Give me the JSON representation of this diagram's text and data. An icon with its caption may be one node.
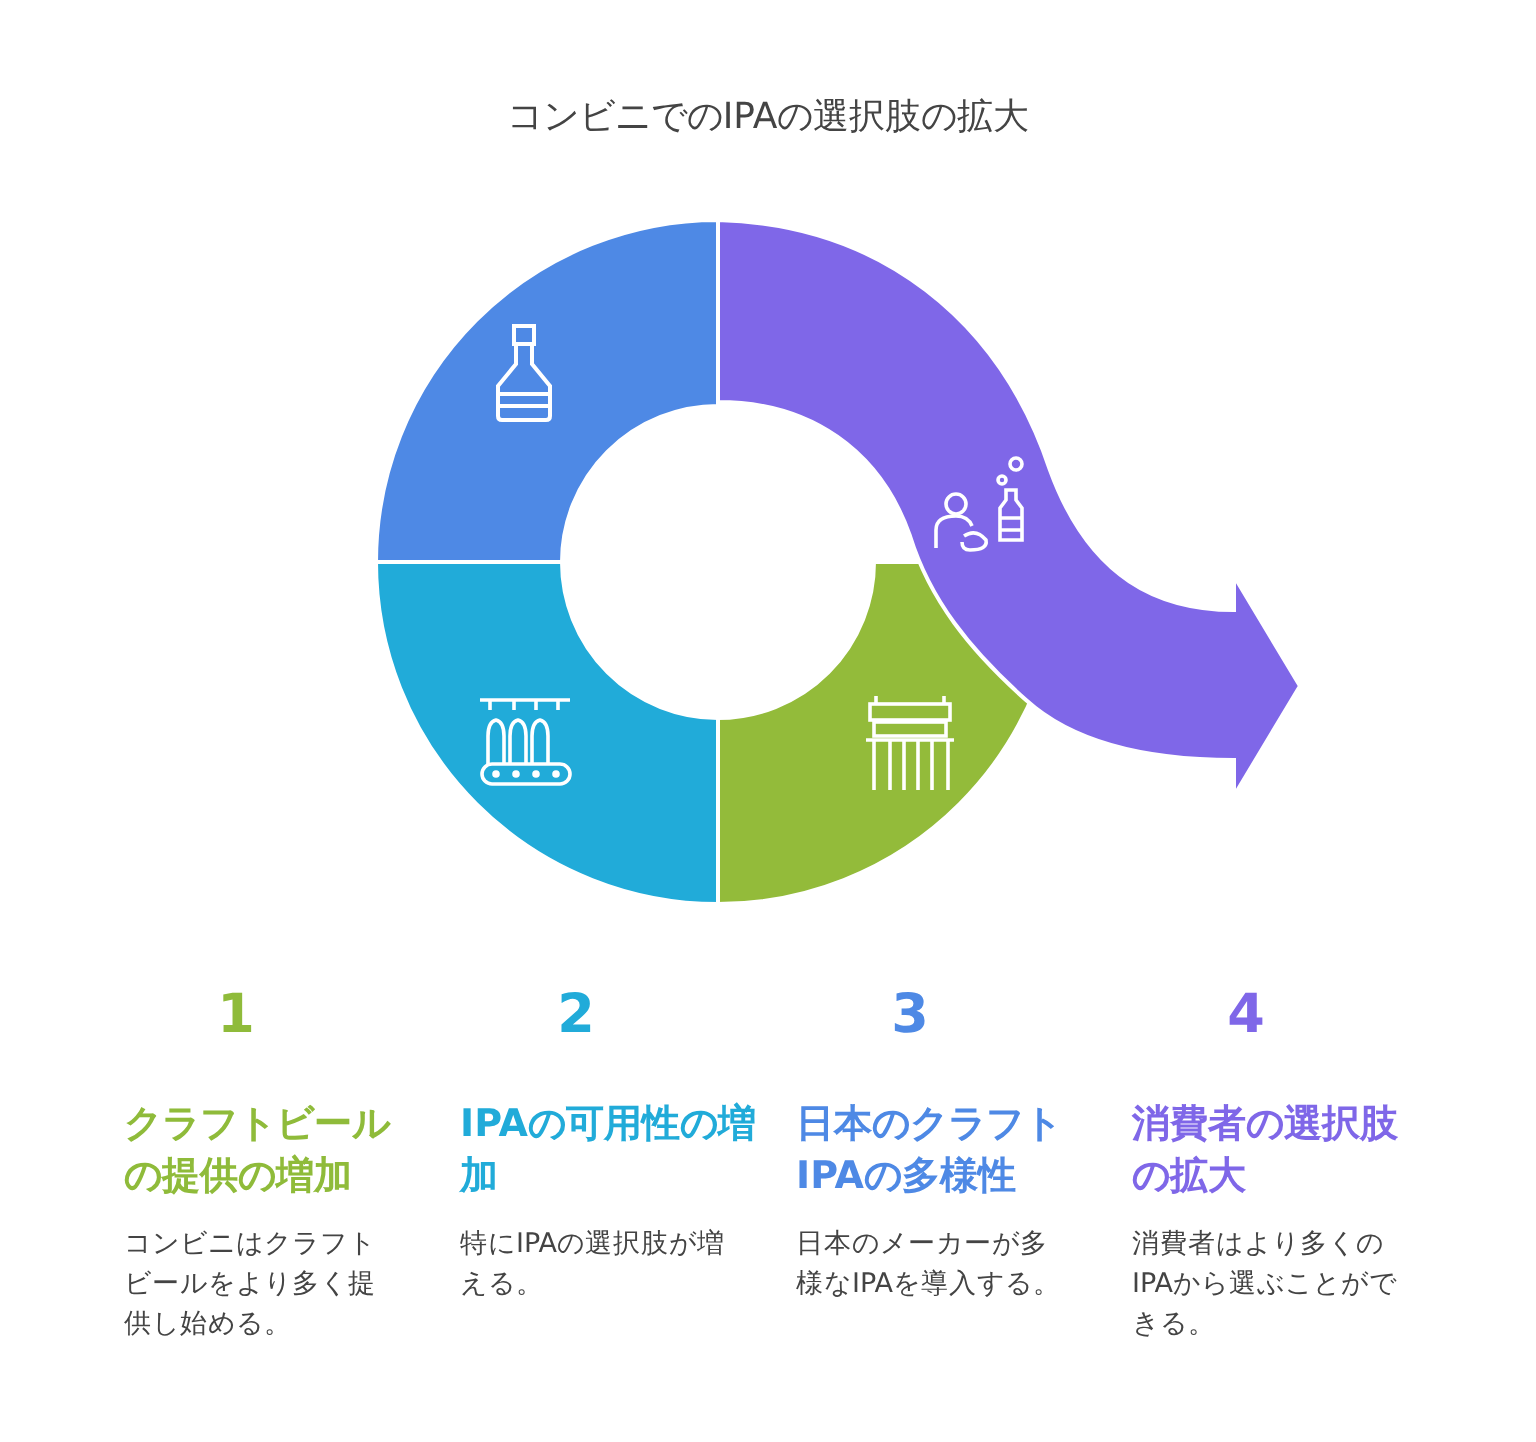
{
  "diagram": {
    "title": "コンビニでのIPAの選択肢の拡大",
    "labels": [
      "1",
      "2",
      "3",
      "4",
      "クラフトビールの提供の増加",
      "IPAの可用性の増加",
      "日本のクラフトIPAの多様性",
      "消費者の選択肢の拡大",
      "コンビニはクラフトビールをより多く提供し始める。",
      "特にIPAの選択肢が増える。",
      "日本のメーカーが多様なIPAを導入する。",
      "消費者はより多くのIPAから選ぶことができる。"
    ]
  }
}
